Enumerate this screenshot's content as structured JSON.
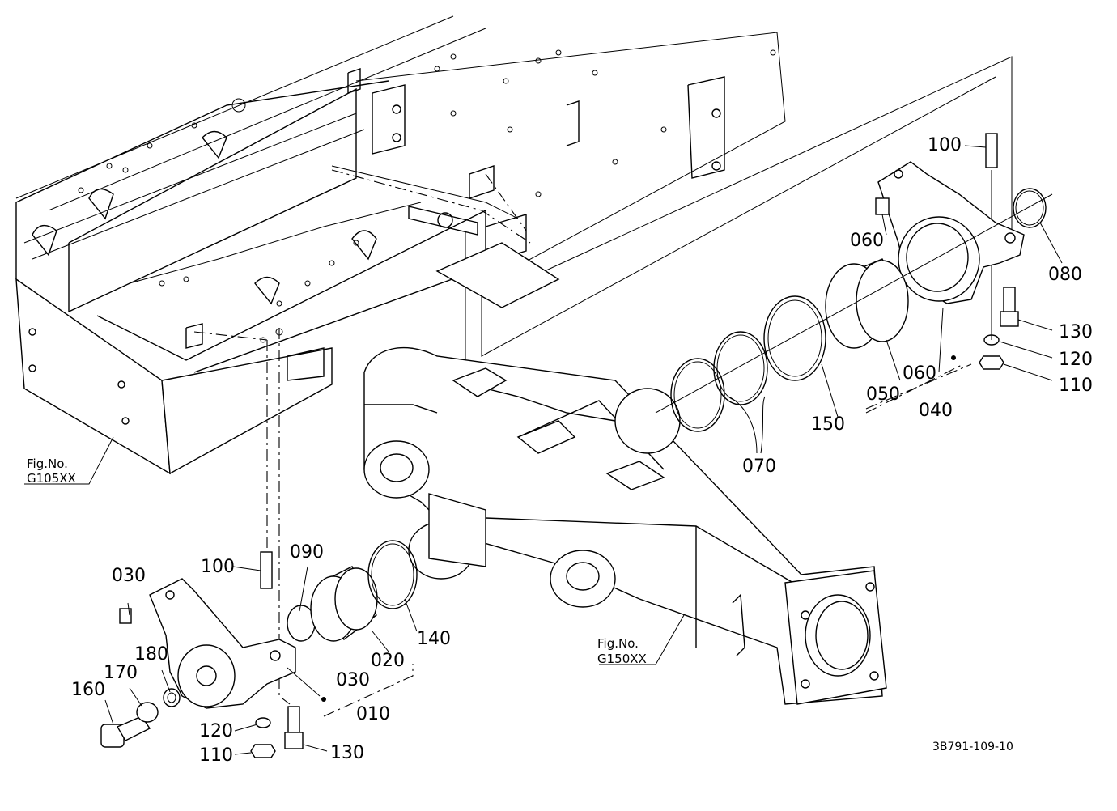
{
  "parts": [
    {
      "label": "100"
    },
    {
      "label": "060"
    },
    {
      "label": "080"
    },
    {
      "label": "130"
    },
    {
      "label": "120"
    },
    {
      "label": "110"
    },
    {
      "label": "060"
    },
    {
      "label": "050"
    },
    {
      "label": "040"
    },
    {
      "label": "150"
    },
    {
      "label": "070"
    },
    {
      "label": "100"
    },
    {
      "label": "090"
    },
    {
      "label": "030"
    },
    {
      "label": "140"
    },
    {
      "label": "020"
    },
    {
      "label": "030"
    },
    {
      "label": "010"
    },
    {
      "label": "180"
    },
    {
      "label": "170"
    },
    {
      "label": "160"
    },
    {
      "label": "120"
    },
    {
      "label": "110"
    },
    {
      "label": "130"
    }
  ],
  "figure_refs": [
    {
      "line1": "Fig.No.",
      "line2": "G105XX"
    },
    {
      "line1": "Fig.No.",
      "line2": "G150XX"
    }
  ],
  "drawing_code": "3B791-109-10"
}
